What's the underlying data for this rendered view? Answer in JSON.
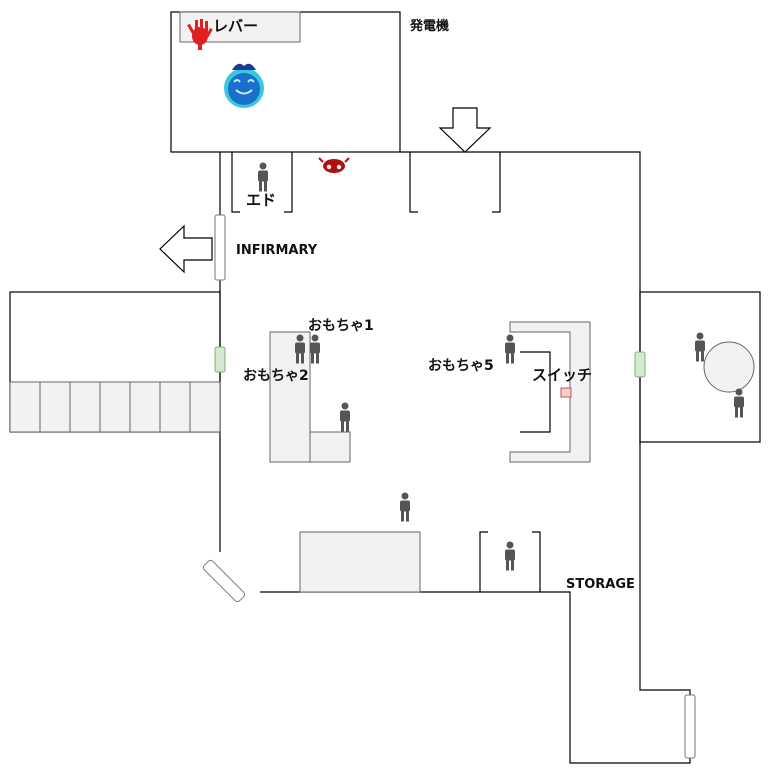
{
  "labels": {
    "generator": "発電機",
    "lever": "レバー",
    "ed": "エド",
    "infirmary": "INFIRMARY",
    "toy1": "おもちゃ1",
    "toy2": "おもちゃ2",
    "toy5": "おもちゃ5",
    "switch": "スイッチ",
    "storage": "STORAGE"
  },
  "colors": {
    "wall": "#000000",
    "furniture_fill": "#f2f2f2",
    "door_green": "#d5e8d4",
    "switch_pink": "#f8cecc",
    "person": "#555555",
    "hand_red": "#e02020",
    "ghost_blue": "#1a6fc9",
    "ghost_cyan": "#35c8e0"
  },
  "icons": [
    "red-hand-icon",
    "blue-ghost-icon",
    "red-creature-icon",
    "person-icon",
    "arrow-down-icon",
    "arrow-left-icon"
  ]
}
